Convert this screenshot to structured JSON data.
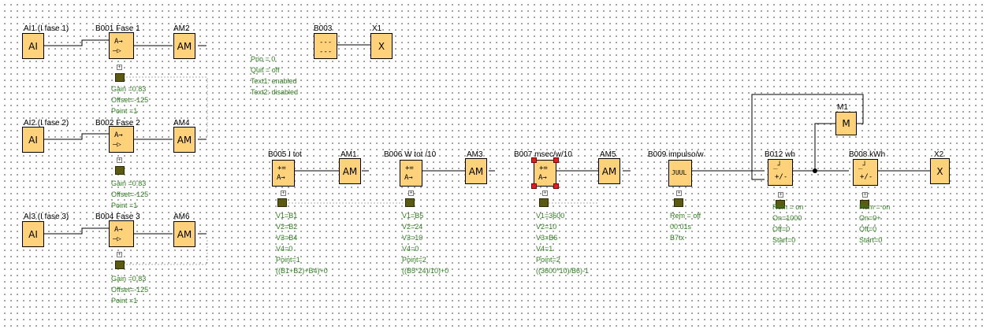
{
  "blocks": {
    "ai1": {
      "label": "AI1 (I fase 1)",
      "text": "AI"
    },
    "b001": {
      "label": "B001 Fase 1",
      "text": "A→"
    },
    "am2": {
      "label": "AM2",
      "text": "AM"
    },
    "ai2": {
      "label": "AI2 (I fase 2)",
      "text": "AI"
    },
    "b002": {
      "label": "B002 Fase 2",
      "text": "A→"
    },
    "am4": {
      "label": "AM4",
      "text": "AM"
    },
    "ai3": {
      "label": "AI3 (I fase 3)",
      "text": "AI"
    },
    "b004": {
      "label": "B004 Fase 3",
      "text": "A→"
    },
    "am6": {
      "label": "AM6",
      "text": "AM"
    },
    "b003": {
      "label": "B003",
      "text": "---"
    },
    "x1": {
      "label": "X1",
      "text": "X"
    },
    "b005": {
      "label": "B005 I tot",
      "text": "+="
    },
    "am1": {
      "label": "AM1",
      "text": "AM"
    },
    "b006": {
      "label": "B006 W tot /10",
      "text": "+="
    },
    "am3": {
      "label": "AM3",
      "text": "AM"
    },
    "b007": {
      "label": "B007 msec/w/10",
      "text": "+="
    },
    "am5": {
      "label": "AM5",
      "text": "AM"
    },
    "b009": {
      "label": "B009 impulso/w",
      "text": "JUUL"
    },
    "b012": {
      "label": "B012 wh",
      "text": "+/-"
    },
    "m1": {
      "label": "M1",
      "text": "M"
    },
    "b008": {
      "label": "B008 kWh",
      "text": "+/-"
    },
    "x2": {
      "label": "X2",
      "text": "X"
    }
  },
  "params": {
    "b001": [
      "Gain =0.83",
      "Offset=-125",
      "Point =1"
    ],
    "b002": [
      "Gain =0.83",
      "Offset=-125",
      "Point =1"
    ],
    "b004": [
      "Gain =0.83",
      "Offset=-125",
      "Point =1"
    ],
    "b003": [
      "Prio = 0",
      "Quit = off",
      "Text1: enabled",
      "Text2: disabled"
    ],
    "b005": [
      "V1=B1",
      "V2=B2",
      "V3=B4",
      "V4=0",
      "Point=1",
      "((B1+B2)+B4)+0"
    ],
    "b006": [
      "V1=B5",
      "V2=24",
      "V3=10",
      "V4=0",
      "Point=2",
      "((B5*24)/10)+0"
    ],
    "b007": [
      "V1=3600",
      "V2=10",
      "V3=B6",
      "V4=1",
      "Point=2",
      "((3600*10)/B6)-1"
    ],
    "b009": [
      "Rem = off",
      "00:01s",
      "B7tx"
    ],
    "b012": [
      "Rem = on",
      "On=1000",
      "Off=0",
      "Start=0"
    ],
    "b008": [
      "Rem = on",
      "On=0+",
      "Off=0",
      "Start=0"
    ]
  },
  "colors": {
    "block_fill": "#fdd27a",
    "param_text": "#2e7d1e",
    "selection_handle": "#e02020",
    "param_icon": "#5a5a12"
  },
  "icons": {
    "expand": "plus-box-icon",
    "param": "parameter-icon"
  }
}
